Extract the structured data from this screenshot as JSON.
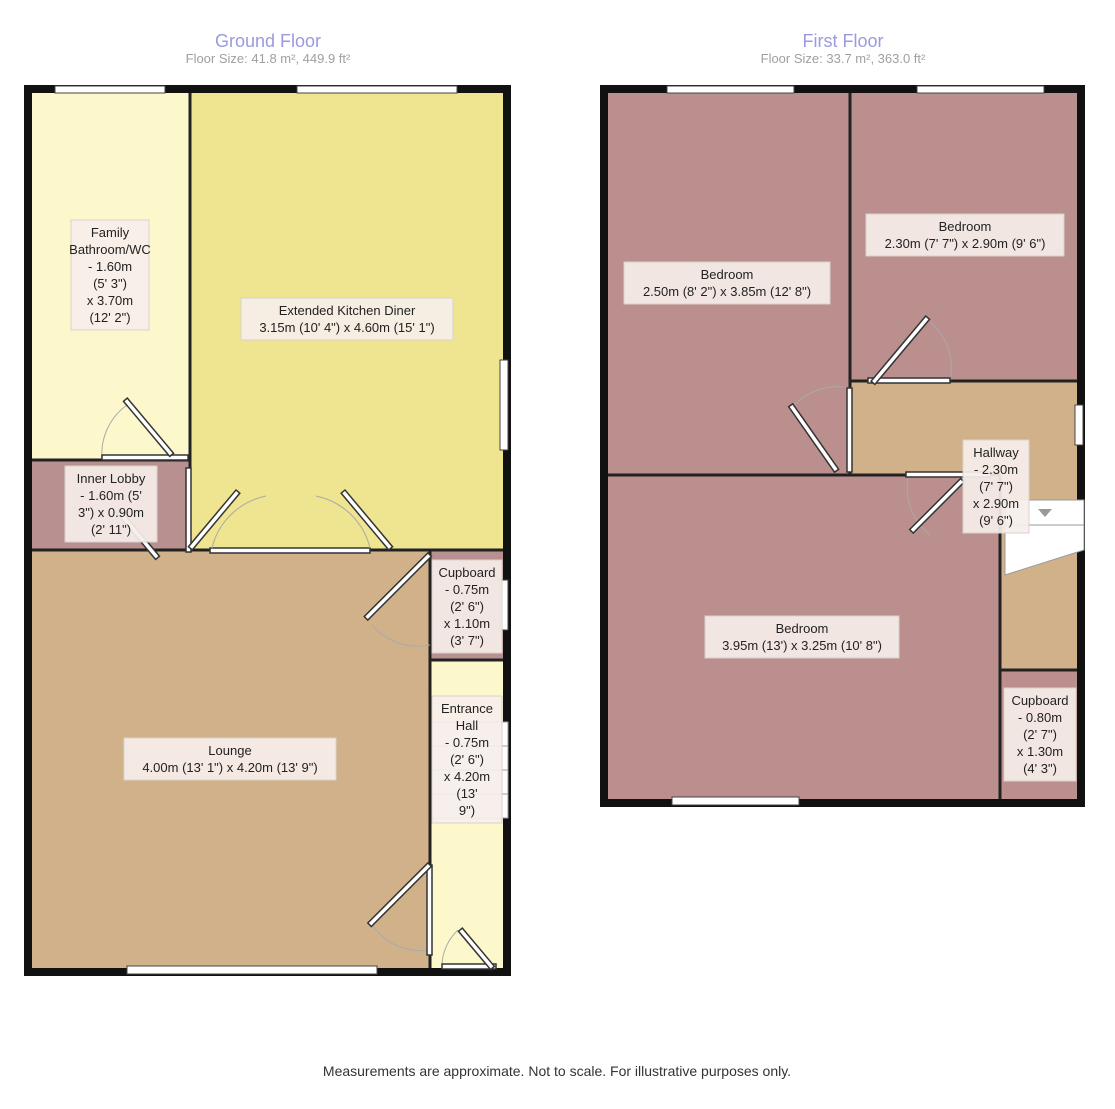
{
  "floors": [
    {
      "title": "Ground Floor",
      "size": "Floor Size: 41.8 m², 449.9 ft²",
      "rooms": [
        {
          "name": "family-bathroom",
          "lines": [
            "Family",
            "Bathroom/WC",
            "- 1.60m",
            "(5' 3\")",
            "x 3.70m",
            "(12' 2\")"
          ]
        },
        {
          "name": "extended-kitchen-diner",
          "lines": [
            "Extended Kitchen Diner",
            "3.15m (10' 4\") x 4.60m (15' 1\")"
          ]
        },
        {
          "name": "inner-lobby",
          "lines": [
            "Inner Lobby",
            "- 1.60m (5'",
            "3\") x 0.90m",
            "(2' 11\")"
          ]
        },
        {
          "name": "cupboard-ground",
          "lines": [
            "Cupboard",
            "- 0.75m",
            "(2' 6\")",
            "x 1.10m",
            "(3' 7\")"
          ]
        },
        {
          "name": "lounge",
          "lines": [
            "Lounge",
            "4.00m (13' 1\") x 4.20m (13' 9\")"
          ]
        },
        {
          "name": "entrance-hall",
          "lines": [
            "Entrance",
            "Hall",
            "- 0.75m",
            "(2' 6\")",
            "x 4.20m",
            "(13'",
            "9\")"
          ]
        }
      ]
    },
    {
      "title": "First Floor",
      "size": "Floor Size: 33.7 m², 363.0 ft²",
      "rooms": [
        {
          "name": "bedroom-left",
          "lines": [
            "Bedroom",
            "2.50m (8' 2\") x 3.85m (12' 8\")"
          ]
        },
        {
          "name": "bedroom-right",
          "lines": [
            "Bedroom",
            "2.30m (7' 7\") x 2.90m (9' 6\")"
          ]
        },
        {
          "name": "hallway",
          "lines": [
            "Hallway",
            "- 2.30m",
            "(7' 7\")",
            "x 2.90m",
            "(9' 6\")"
          ]
        },
        {
          "name": "bedroom-main",
          "lines": [
            "Bedroom",
            "3.95m (13') x 3.25m (10' 8\")"
          ]
        },
        {
          "name": "cupboard-first",
          "lines": [
            "Cupboard",
            "- 0.80m",
            "(2' 7\")",
            "x 1.30m",
            "(4' 3\")"
          ]
        }
      ]
    }
  ],
  "colors": {
    "bathroom": "#fcf8cc",
    "kitchen": "#efe48f",
    "lobby": "#b89090",
    "lounge": "#d1b18a",
    "hall": "#fcf8cc",
    "bedroom": "#bb8f8d",
    "landing": "#d1b18a"
  },
  "footer": "Measurements are approximate. Not to scale. For illustrative purposes only."
}
